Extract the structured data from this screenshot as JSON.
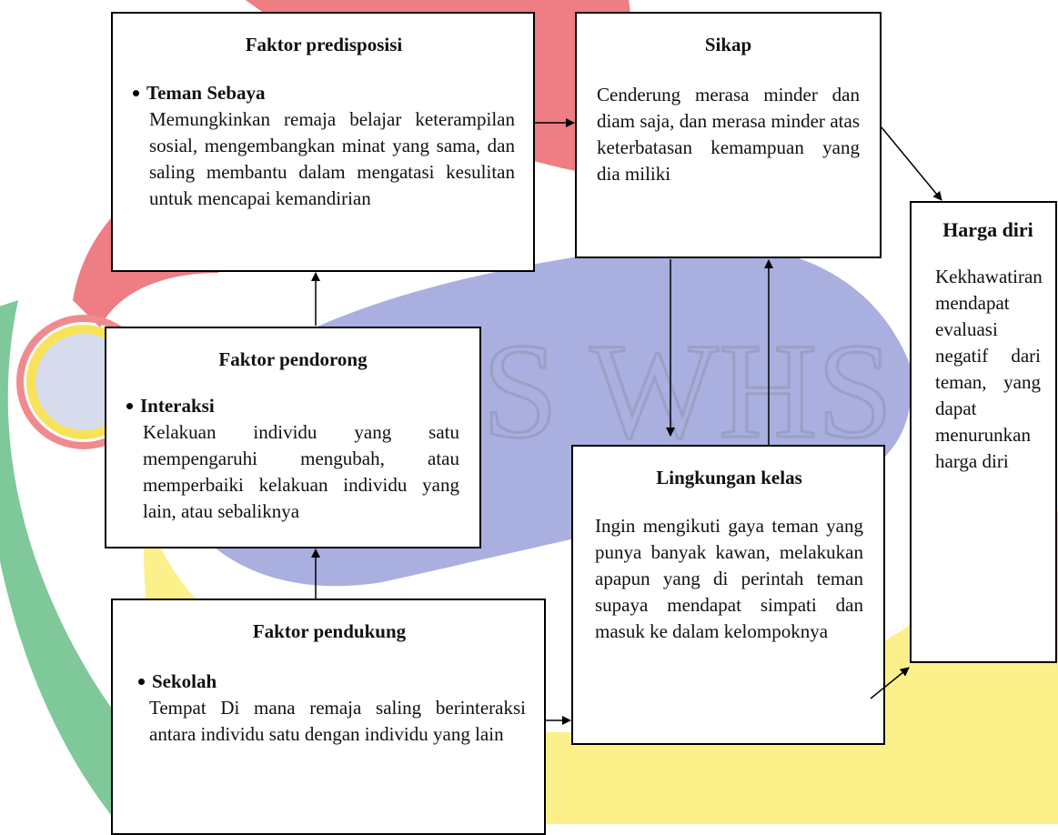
{
  "colors": {
    "watermark_red": "#ee7d84",
    "watermark_blue": "#a9afde",
    "watermark_yellow": "#fbf08a",
    "watermark_green": "#7fc89a",
    "watermark_text": "#9aa0c4"
  },
  "watermark": {
    "text": "CS WHS"
  },
  "boxes": {
    "predisposisi": {
      "title": "Faktor predisposisi",
      "bullet": "Teman Sebaya",
      "body": "Memungkinkan remaja belajar keterampilan sosial, mengembangkan minat yang sama, dan saling membantu dalam mengatasi kesulitan untuk mencapai kemandirian"
    },
    "sikap": {
      "title": "Sikap",
      "body": "Cenderung merasa minder dan diam saja, dan merasa minder atas keterbatasan kemampuan yang dia miliki"
    },
    "harga": {
      "title": "Harga diri",
      "body": "Kekhawatiran mendapat evaluasi negatif dari teman, yang dapat menurunkan harga diri"
    },
    "pendorong": {
      "title": "Faktor pendorong",
      "bullet": "Interaksi",
      "body": "Kelakuan individu yang satu mempengaruhi mengubah, atau memperbaiki kelakuan individu yang lain, atau sebaliknya"
    },
    "lingkungan": {
      "title": "Lingkungan kelas",
      "body": "Ingin mengikuti gaya teman yang punya banyak kawan, melakukan apapun yang di perintah teman supaya mendapat simpati dan masuk ke dalam kelompoknya"
    },
    "pendukung": {
      "title": "Faktor pendukung",
      "bullet": "Sekolah",
      "body": "Tempat Di mana remaja saling berinteraksi antara individu satu dengan individu yang lain"
    }
  }
}
